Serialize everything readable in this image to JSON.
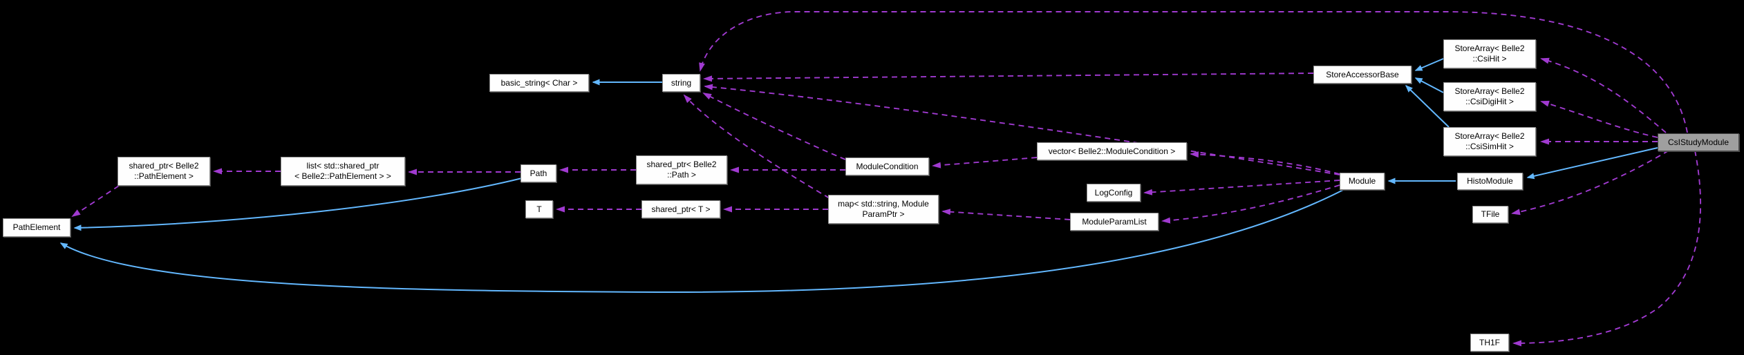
{
  "diagram": {
    "type": "collaboration-graph",
    "background_color": "#000000",
    "node_fill": "#fefefe",
    "node_border": "#8a8a8a",
    "highlight_fill": "#9f9f9f",
    "inheritance_edge_color": "#63b8ff",
    "usage_edge_color": "#a03ad0",
    "nodes": [
      {
        "id": "basic_string",
        "label": "basic_string< Char >",
        "highlighted": false
      },
      {
        "id": "string",
        "label": "string",
        "highlighted": false
      },
      {
        "id": "store_accessor_base",
        "label": "StoreAccessorBase",
        "highlighted": false
      },
      {
        "id": "storearray_csihit",
        "label": "StoreArray< Belle2\n::CsiHit >",
        "highlighted": false
      },
      {
        "id": "storearray_csidigihit",
        "label": "StoreArray< Belle2\n::CsiDigiHit >",
        "highlighted": false
      },
      {
        "id": "storearray_csisimhit",
        "label": "StoreArray< Belle2\n::CsiSimHit >",
        "highlighted": false
      },
      {
        "id": "csistudymodule",
        "label": "CsIStudyModule",
        "highlighted": true
      },
      {
        "id": "shared_ptr_pathelement",
        "label": "shared_ptr< Belle2\n::PathElement >",
        "highlighted": false
      },
      {
        "id": "list_shared_ptr_pathelement",
        "label": "list< std::shared_ptr\n< Belle2::PathElement > >",
        "highlighted": false
      },
      {
        "id": "pathelement",
        "label": "PathElement",
        "highlighted": false
      },
      {
        "id": "path",
        "label": "Path",
        "highlighted": false
      },
      {
        "id": "shared_ptr_path",
        "label": "shared_ptr< Belle2\n::Path >",
        "highlighted": false
      },
      {
        "id": "modulecondition",
        "label": "ModuleCondition",
        "highlighted": false
      },
      {
        "id": "vector_modulecondition",
        "label": "vector< Belle2::ModuleCondition >",
        "highlighted": false
      },
      {
        "id": "logconfig",
        "label": "LogConfig",
        "highlighted": false
      },
      {
        "id": "t",
        "label": "T",
        "highlighted": false
      },
      {
        "id": "shared_ptr_t",
        "label": "shared_ptr< T >",
        "highlighted": false
      },
      {
        "id": "map_moduleparamptr",
        "label": "map< std::string, Module\nParamPtr >",
        "highlighted": false
      },
      {
        "id": "moduleparamlist",
        "label": "ModuleParamList",
        "highlighted": false
      },
      {
        "id": "module",
        "label": "Module",
        "highlighted": false
      },
      {
        "id": "histomodule",
        "label": "HistoModule",
        "highlighted": false
      },
      {
        "id": "tfile",
        "label": "TFile",
        "highlighted": false
      },
      {
        "id": "th1f",
        "label": "TH1F",
        "highlighted": false
      }
    ],
    "edges": [
      {
        "from": "string",
        "to": "basic_string",
        "type": "inheritance"
      },
      {
        "from": "storearray_csihit",
        "to": "store_accessor_base",
        "type": "inheritance"
      },
      {
        "from": "storearray_csidigihit",
        "to": "store_accessor_base",
        "type": "inheritance"
      },
      {
        "from": "storearray_csisimhit",
        "to": "store_accessor_base",
        "type": "inheritance"
      },
      {
        "from": "histomodule",
        "to": "module",
        "type": "inheritance"
      },
      {
        "from": "csistudymodule",
        "to": "histomodule",
        "type": "inheritance"
      },
      {
        "from": "path",
        "to": "pathelement",
        "type": "inheritance"
      },
      {
        "from": "module",
        "to": "pathelement",
        "type": "inheritance"
      },
      {
        "from": "csistudymodule",
        "to": "storearray_csihit",
        "type": "usage"
      },
      {
        "from": "csistudymodule",
        "to": "storearray_csidigihit",
        "type": "usage"
      },
      {
        "from": "csistudymodule",
        "to": "storearray_csisimhit",
        "type": "usage"
      },
      {
        "from": "csistudymodule",
        "to": "string",
        "type": "usage"
      },
      {
        "from": "csistudymodule",
        "to": "tfile",
        "type": "usage"
      },
      {
        "from": "csistudymodule",
        "to": "th1f",
        "type": "usage"
      },
      {
        "from": "store_accessor_base",
        "to": "string",
        "type": "usage"
      },
      {
        "from": "module",
        "to": "string",
        "type": "usage"
      },
      {
        "from": "modulecondition",
        "to": "string",
        "type": "usage"
      },
      {
        "from": "map_moduleparamptr",
        "to": "string",
        "type": "usage"
      },
      {
        "from": "module",
        "to": "vector_modulecondition",
        "type": "usage"
      },
      {
        "from": "module",
        "to": "logconfig",
        "type": "usage"
      },
      {
        "from": "module",
        "to": "moduleparamlist",
        "type": "usage"
      },
      {
        "from": "vector_modulecondition",
        "to": "modulecondition",
        "type": "usage"
      },
      {
        "from": "modulecondition",
        "to": "shared_ptr_path",
        "type": "usage"
      },
      {
        "from": "shared_ptr_path",
        "to": "path",
        "type": "usage"
      },
      {
        "from": "path",
        "to": "list_shared_ptr_pathelement",
        "type": "usage"
      },
      {
        "from": "list_shared_ptr_pathelement",
        "to": "shared_ptr_pathelement",
        "type": "usage"
      },
      {
        "from": "shared_ptr_pathelement",
        "to": "pathelement",
        "type": "usage"
      },
      {
        "from": "moduleparamlist",
        "to": "map_moduleparamptr",
        "type": "usage"
      },
      {
        "from": "map_moduleparamptr",
        "to": "shared_ptr_t",
        "type": "usage"
      },
      {
        "from": "shared_ptr_t",
        "to": "t",
        "type": "usage"
      }
    ]
  }
}
